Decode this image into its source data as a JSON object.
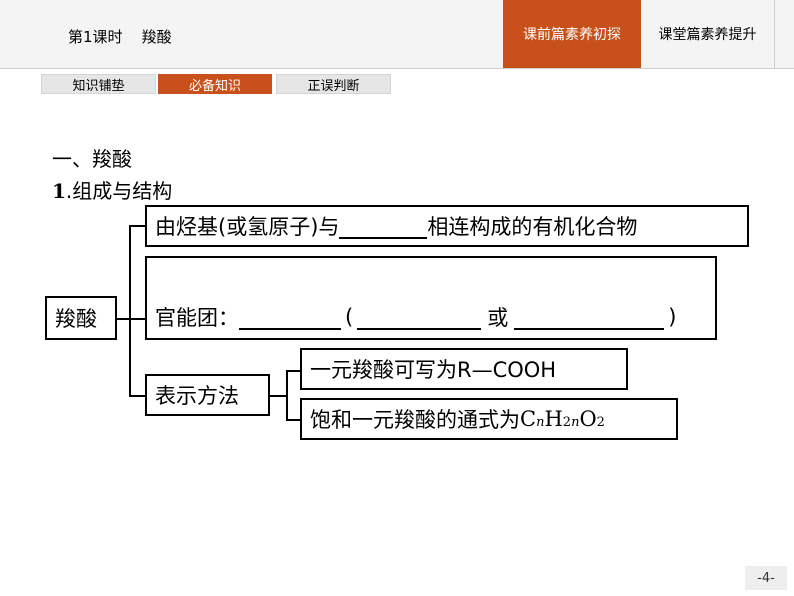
{
  "header": {
    "lesson_title": "第1课时    羧酸",
    "tab_active": "课前篇素养初探",
    "tab_inactive": "课堂篇素养提升"
  },
  "subtabs": [
    "知识铺垫",
    "必备知识",
    "正误判断"
  ],
  "subtab_active_index": 1,
  "content": {
    "heading": "一、羧酸",
    "subheading_num": "1",
    "subheading_text": ".组成与结构",
    "root_label": "羧酸",
    "composition_pre": "由烃基(或氢原子)与",
    "composition_post": "相连构成的有机化合物",
    "functional_group_label": "官能团：",
    "fg_open": "(",
    "fg_or": "或",
    "fg_close": ")",
    "representation_label": "表示方法",
    "rep_monobasic": "一元羧酸可写为R—COOH",
    "rep_saturated_pre": "饱和一元羧酸的通式为",
    "rep_formula": {
      "c": "C",
      "n1": "n",
      "h": "H",
      "sub2": "2",
      "n2": "n",
      "o": "O",
      "sub3": "2"
    }
  },
  "page_number": "-4-",
  "colors": {
    "accent": "#c8511b",
    "header_bg": "#f4f4f4",
    "subtab_bg": "#e6e6e6"
  }
}
